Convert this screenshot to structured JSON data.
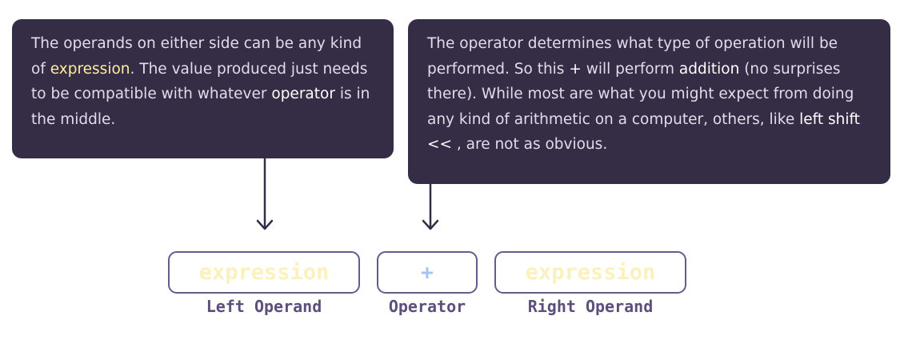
{
  "callouts": {
    "left": {
      "t1": "The operands on either side can be any kind of ",
      "h1": "expression",
      "t2": ". The value produced just needs to be compatible with whatever ",
      "h2": "operator",
      "t3": " is in the middle."
    },
    "right": {
      "t1": "The operator determines what type of operation will be performed. So this ",
      "h1": "+",
      "t2": " will perform ",
      "h2": "addition",
      "t3": " (no surprises there). While most are what you might expect from doing any kind of arithmetic on a computer, others, like ",
      "h3": "left shift <<",
      "t4": " , are not as obvious."
    }
  },
  "boxes": {
    "left": {
      "value": "expression",
      "caption": "Left Operand"
    },
    "operator": {
      "value": "+",
      "caption": "Operator"
    },
    "right": {
      "value": "expression",
      "caption": "Right Operand"
    }
  },
  "colors": {
    "callout_bg": "#352c45",
    "callout_text": "#e2dcea",
    "highlight_yellow": "#fdeea0",
    "box_border": "#6a5a8a",
    "caption_text": "#5d4f7c",
    "operator_blue": "#a9c2f5"
  }
}
